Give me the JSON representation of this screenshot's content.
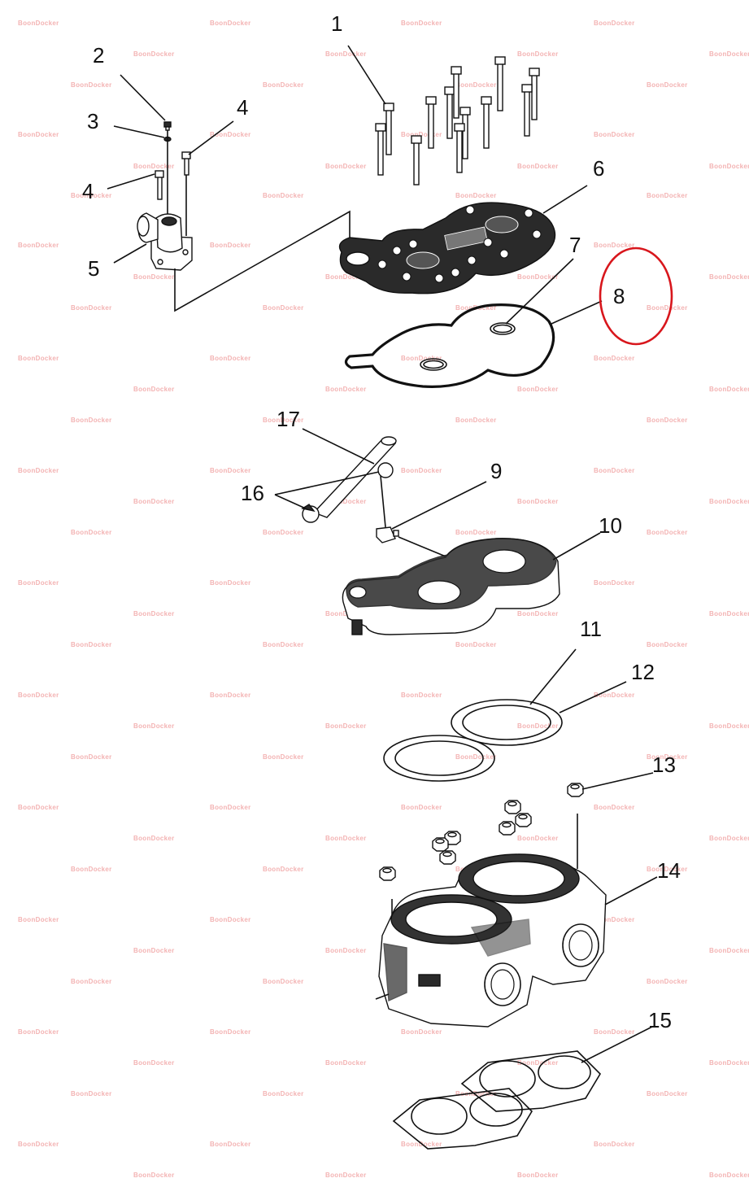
{
  "watermark": "BoonDocker",
  "part_labels": [
    {
      "id": "1",
      "text": "1"
    },
    {
      "id": "2",
      "text": "2"
    },
    {
      "id": "3",
      "text": "3"
    },
    {
      "id": "4a",
      "text": "4"
    },
    {
      "id": "4b",
      "text": "4"
    },
    {
      "id": "5",
      "text": "5"
    },
    {
      "id": "6",
      "text": "6"
    },
    {
      "id": "7",
      "text": "7"
    },
    {
      "id": "8",
      "text": "8"
    },
    {
      "id": "9",
      "text": "9"
    },
    {
      "id": "10",
      "text": "10"
    },
    {
      "id": "11",
      "text": "11"
    },
    {
      "id": "12",
      "text": "12"
    },
    {
      "id": "13",
      "text": "13"
    },
    {
      "id": "14",
      "text": "14"
    },
    {
      "id": "15",
      "text": "15"
    },
    {
      "id": "16",
      "text": "16"
    },
    {
      "id": "17",
      "text": "17"
    }
  ],
  "highlight": {
    "target": "8",
    "color": "#d8161c"
  }
}
